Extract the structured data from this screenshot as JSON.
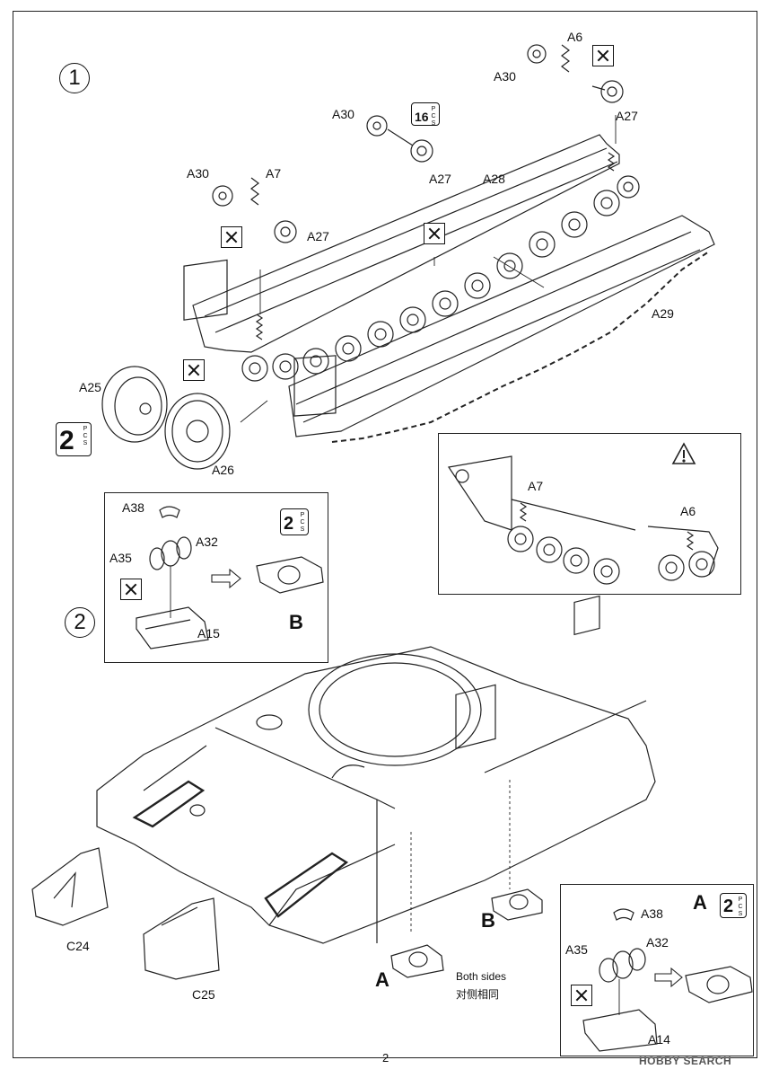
{
  "page_number": "2",
  "steps": [
    {
      "label": "1"
    },
    {
      "label": "2"
    }
  ],
  "step1": {
    "part_labels": {
      "a6": "A6",
      "a30_right": "A30",
      "a27_right": "A27",
      "a30_mid": "A30",
      "a27_mid": "A27",
      "a30_left": "A30",
      "a7": "A7",
      "a27_left": "A27",
      "a28": "A28",
      "a29": "A29",
      "a25": "A25",
      "a26": "A26"
    },
    "qty_16": {
      "number": "16",
      "unit": "PCS"
    },
    "qty_2": {
      "number": "2",
      "unit": "PCS"
    },
    "detail": {
      "a7": "A7",
      "a6": "A6",
      "warning_icon": "warning-triangle-icon"
    }
  },
  "step2": {
    "part_labels": {
      "a38": "A38",
      "a32": "A32",
      "a35": "A35",
      "a15": "A15"
    },
    "qty": {
      "number": "2",
      "unit": "PCS"
    },
    "result": "B"
  },
  "hull": {
    "labels": {
      "c24": "C24",
      "c25": "C25",
      "a": "A",
      "b": "B"
    },
    "note_en": "Both sides",
    "note_zh": "对侧相同"
  },
  "subassembly_a": {
    "title": "A",
    "qty": {
      "number": "2",
      "unit": "PCS"
    },
    "part_labels": {
      "a38": "A38",
      "a35": "A35",
      "a32": "A32",
      "a14": "A14"
    }
  },
  "watermark": "HOBBY SEARCH",
  "icons": [
    "no-glue-icon",
    "arrow-right-icon",
    "warning-triangle-icon"
  ]
}
